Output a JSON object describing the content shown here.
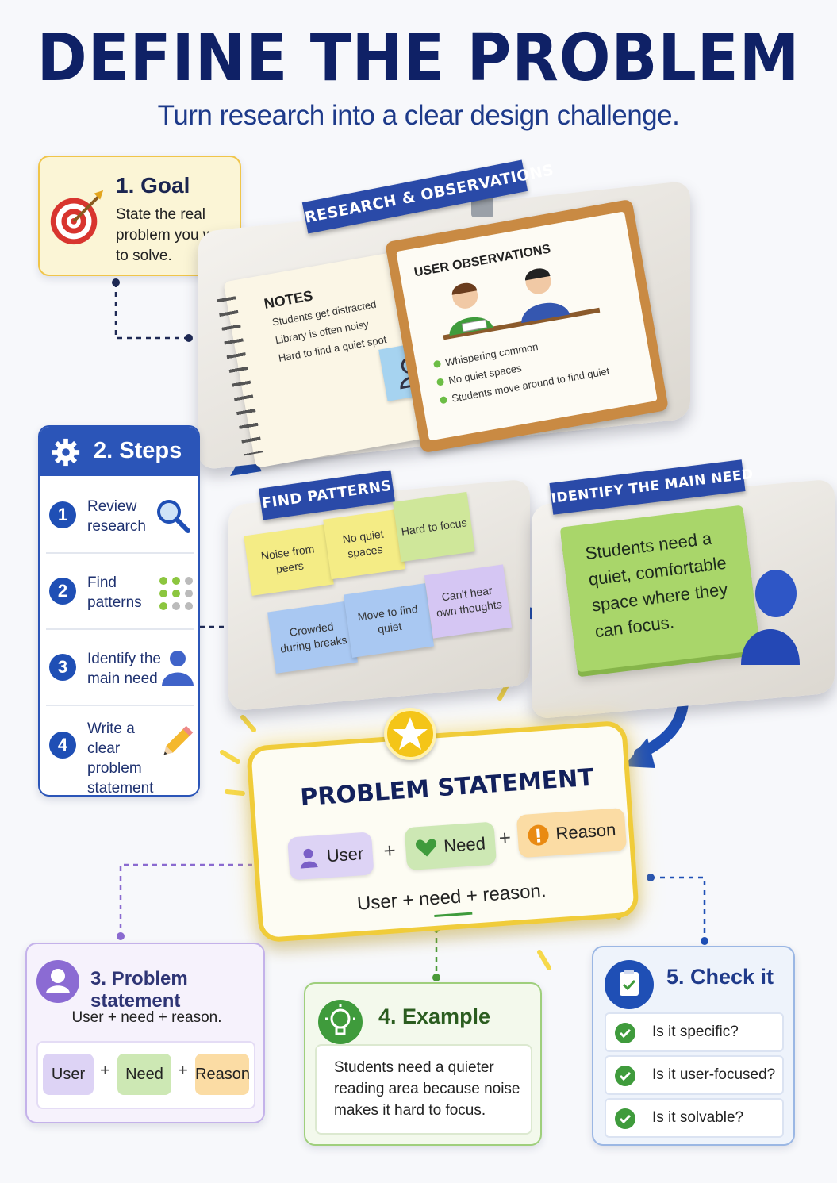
{
  "header": {
    "title": "DEFINE THE PROBLEM",
    "subtitle": "Turn research into a clear design challenge."
  },
  "goal": {
    "title": "1. Goal",
    "text": "State the real problem you want to solve."
  },
  "research": {
    "banner": "RESEARCH & OBSERVATIONS",
    "notes_title": "NOTES",
    "notes": [
      "Students get distracted",
      "Library is often noisy",
      "Hard to find a quiet spot"
    ],
    "observations_title": "USER OBSERVATIONS",
    "observations": [
      "Whispering common",
      "No quiet spaces",
      "Students move around to find quiet"
    ]
  },
  "steps": {
    "title": "2. Steps",
    "items": [
      {
        "num": "1",
        "label": "Review research",
        "icon": "magnifier-icon"
      },
      {
        "num": "2",
        "label": "Find patterns",
        "icon": "dots-grid-icon"
      },
      {
        "num": "3",
        "label": "Identify the main need",
        "icon": "person-icon"
      },
      {
        "num": "4",
        "label": "Write a clear problem statement",
        "icon": "pencil-icon"
      }
    ]
  },
  "patterns": {
    "banner": "FIND PATTERNS",
    "notes": [
      {
        "text": "Noise from peers",
        "color": "#f4ec85"
      },
      {
        "text": "No quiet spaces",
        "color": "#f4ec85"
      },
      {
        "text": "Hard to focus",
        "color": "#cfe79a"
      },
      {
        "text": "Crowded during breaks",
        "color": "#a9c8f2"
      },
      {
        "text": "Move to find quiet",
        "color": "#a9c8f2"
      },
      {
        "text": "Can't hear own thoughts",
        "color": "#d5c6f3"
      }
    ]
  },
  "main_need": {
    "banner": "IDENTIFY THE MAIN NEED",
    "text": "Students need a quiet, comfortable space where they can focus."
  },
  "problem_statement": {
    "title": "PROBLEM STATEMENT",
    "chips": {
      "user": "User",
      "need": "Need",
      "reason": "Reason"
    },
    "plus": "+",
    "formula": "User + need + reason."
  },
  "card3": {
    "title": "3. Problem statement",
    "subtitle": "User + need + reason.",
    "chips": [
      "User",
      "Need",
      "Reason"
    ],
    "plus": "+"
  },
  "card4": {
    "title": "4. Example",
    "text": "Students need a quieter reading area because noise makes it hard to focus."
  },
  "card5": {
    "title": "5. Check it",
    "items": [
      "Is it specific?",
      "Is it user-focused?",
      "Is it solvable?"
    ]
  },
  "colors": {
    "navy": "#0f2166",
    "blue": "#2b55b8",
    "gold": "#f0cc3a",
    "green": "#6cbd45",
    "purple": "#c4b2ea"
  }
}
